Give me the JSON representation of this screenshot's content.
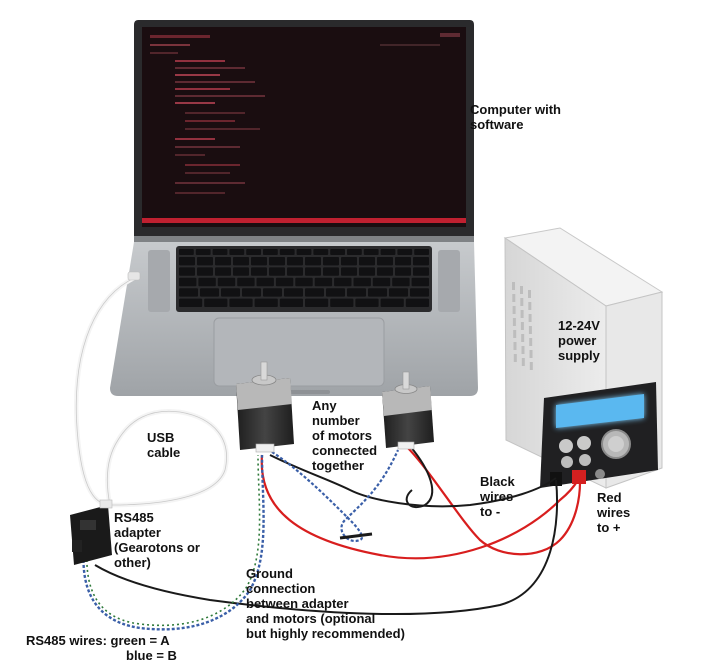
{
  "labels": {
    "computer": "Computer with\nsoftware",
    "power_supply": "12-24V\npower\nsupply",
    "motors": "Any\nnumber\nof motors\nconnected\ntogether",
    "usb_cable": "USB\ncable",
    "black_wires": "Black\nwires\nto -",
    "red_wires": "Red\nwires\nto +",
    "rs485_adapter": "RS485\nadapter\n(Gearotons or\nother)",
    "ground": "Ground\nconnection\nbetween adapter\nand motors (optional\nbut highly recommended)",
    "rs485_wires_line1": "RS485 wires: green = A",
    "rs485_wires_line2": "blue = B"
  },
  "colors": {
    "laptop_body": "#b9bcc0",
    "screen": "#1a0d10",
    "screen_accent": "#c02030",
    "keyboard": "#1c1c1e",
    "psu_body": "#e2e2e2",
    "lcd": "#5ab8f0",
    "wire_red": "#d81e1e",
    "wire_black": "#1a1a1a",
    "wire_blue": "#3a5fa8",
    "usb_white": "#f2f2f2"
  }
}
